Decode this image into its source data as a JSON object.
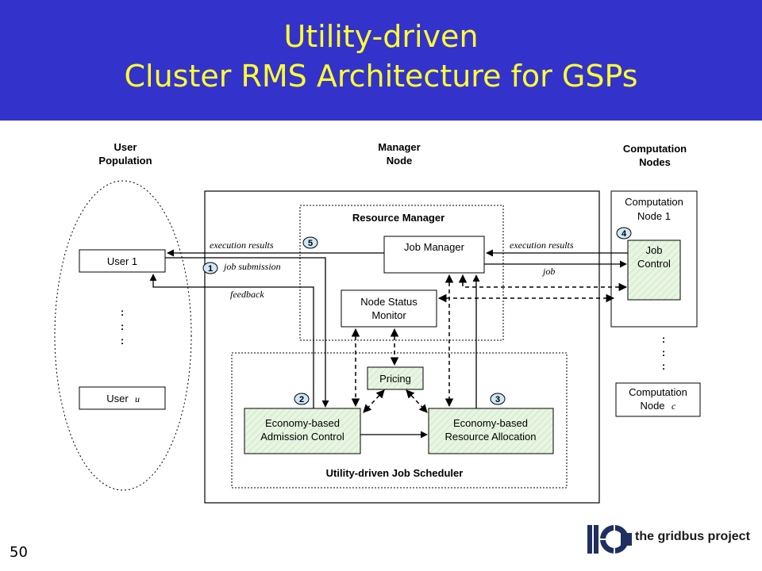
{
  "slide": {
    "title_line1": "Utility-driven",
    "title_line2": "Cluster RMS Architecture for GSPs",
    "page_number": "50",
    "logo_text": "the gridbus project"
  },
  "colors": {
    "title_band": "#3333cc",
    "title_text": "#ffff33",
    "component_fill": "#e8f5e2"
  },
  "diagram": {
    "col_user": [
      "User",
      "Population"
    ],
    "col_manager": [
      "Manager",
      "Node"
    ],
    "col_compute": [
      "Computation",
      "Nodes"
    ],
    "user1": "User 1",
    "useru": "User",
    "useru_var": "u",
    "vdots": ":",
    "resource_manager": "Resource Manager",
    "job_manager": "Job Manager",
    "node_status": [
      "Node Status",
      "Monitor"
    ],
    "pricing": "Pricing",
    "admission": [
      "Economy-based",
      "Admission Control"
    ],
    "allocation": [
      "Economy-based",
      "Resource Allocation"
    ],
    "scheduler": "Utility-driven Job Scheduler",
    "comp_node1": [
      "Computation",
      "Node 1"
    ],
    "job_control": [
      "Job",
      "Control"
    ],
    "comp_nodec": [
      "Computation",
      "Node"
    ],
    "comp_nodec_var": "c",
    "exec_results_left": "execution results",
    "job_submission": "job submission",
    "feedback": "feedback",
    "exec_results_right": "execution results",
    "job": "job",
    "badges": [
      "1",
      "2",
      "3",
      "4",
      "5"
    ]
  }
}
